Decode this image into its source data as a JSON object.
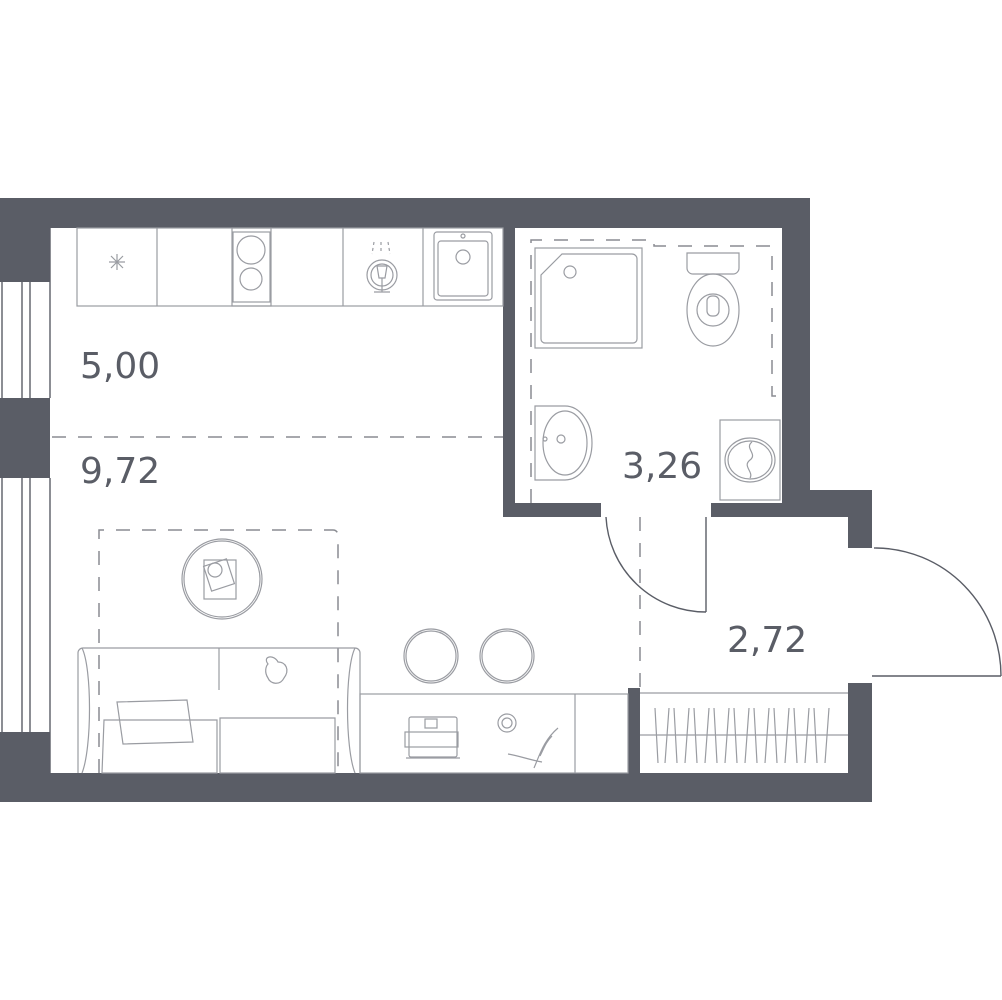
{
  "plan": {
    "wall_color": "#5a5d66",
    "rooms": [
      {
        "name": "kitchen",
        "area": "5,00"
      },
      {
        "name": "living-room",
        "area": "9,72"
      },
      {
        "name": "bathroom",
        "area": "3,26"
      },
      {
        "name": "hallway",
        "area": "2,72"
      }
    ]
  }
}
